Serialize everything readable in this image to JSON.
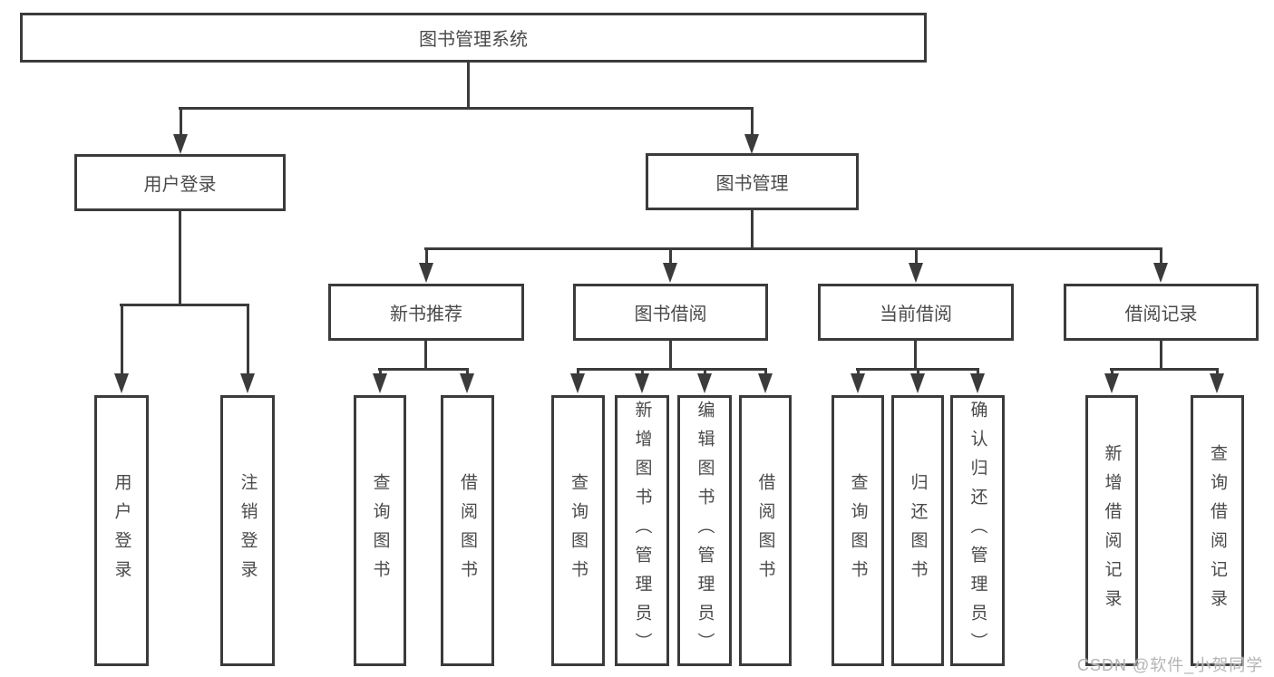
{
  "nodes": {
    "root": "图书管理系统",
    "level2": [
      "用户登录",
      "图书管理"
    ],
    "level3": [
      "新书推荐",
      "图书借阅",
      "当前借阅",
      "借阅记录"
    ],
    "leaves": {
      "user_login": [
        "用户登录",
        "注销登录"
      ],
      "new_book": [
        "查询图书",
        "借阅图书"
      ],
      "book_borrow": [
        "查询图书",
        "新增图书（管理员）",
        "编辑图书（管理员）",
        "借阅图书"
      ],
      "current_borrow": [
        "查询图书",
        "归还图书",
        "确认归还（管理员）"
      ],
      "borrow_record": [
        "新增借阅记录",
        "查询借阅记录"
      ]
    }
  },
  "watermark": "CSDN @软件_小贺同学",
  "colors": {
    "line": "#3b3b3b",
    "text": "#4a4a4a",
    "watermark": "#b4b4b4",
    "background": "#ffffff"
  }
}
